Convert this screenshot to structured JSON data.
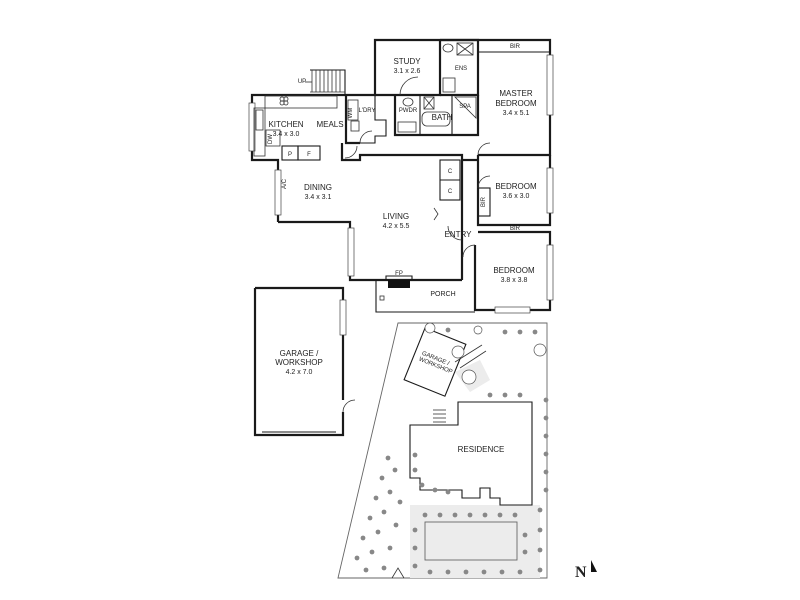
{
  "rooms": {
    "study": {
      "name": "STUDY",
      "dim": "3.1 x 2.6"
    },
    "ens": {
      "name": "ENS"
    },
    "bir_master": {
      "name": "BIR"
    },
    "master": {
      "name1": "MASTER",
      "name2": "BEDROOM",
      "dim": "3.4 x 5.1"
    },
    "up": {
      "name": "UP"
    },
    "ldry": {
      "name": "L'DRY"
    },
    "pwdr": {
      "name": "PWDR"
    },
    "bath": {
      "name": "BATH"
    },
    "spa": {
      "name": "SPA"
    },
    "wm": {
      "name": "WM"
    },
    "kitchen": {
      "name": "KITCHEN",
      "dim": "3.4 x 3.0"
    },
    "meals": {
      "name": "MEALS"
    },
    "dw": {
      "name": "DW"
    },
    "p": {
      "name": "P"
    },
    "f": {
      "name": "F"
    },
    "dining": {
      "name": "DINING",
      "dim": "3.4 x 3.1"
    },
    "ac": {
      "name": "A/C"
    },
    "living": {
      "name": "LIVING",
      "dim": "4.2 x 5.5"
    },
    "c1": {
      "name": "C"
    },
    "c2": {
      "name": "C"
    },
    "bedroom2": {
      "name": "BEDROOM",
      "dim": "3.6 x 3.0"
    },
    "bir2": {
      "name": "BIR"
    },
    "bir3": {
      "name": "BIR"
    },
    "entry": {
      "name": "ENTRY"
    },
    "bedroom3": {
      "name": "BEDROOM",
      "dim": "3.8 x 3.8"
    },
    "fp": {
      "name": "FP"
    },
    "porch": {
      "name": "PORCH"
    },
    "garage": {
      "name1": "GARAGE /",
      "name2": "WORKSHOP",
      "dim": "4.2 x 7.0"
    }
  },
  "site": {
    "garage_label1": "GARAGE /",
    "garage_label2": "WORKSHOP",
    "residence_label": "RESIDENCE"
  },
  "north": {
    "label": "N"
  }
}
